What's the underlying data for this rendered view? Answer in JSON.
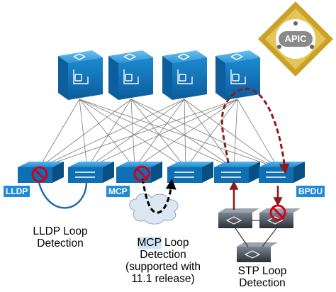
{
  "badges": {
    "apic": "APIC"
  },
  "tags": {
    "lldp": "LLDP",
    "mcp": "MCP",
    "bpdu": "BPDU"
  },
  "captions": {
    "lldp_line1": "LLDP Loop",
    "lldp_line2": "Detection",
    "mcp_line1_highlight": "MCP",
    "mcp_line1_rest": " Loop",
    "mcp_line2": "Detection",
    "mcp_line3": "(supported with",
    "mcp_line4": "11.1 release)",
    "stp_line1": "STP Loop",
    "stp_line2": "Detection"
  },
  "colors": {
    "switch_blue": "#1a8fd2",
    "loop_red": "#8b1c1c",
    "blocked_red": "#d0021b",
    "apic_gold": "#c9a227"
  },
  "icons": [
    "spine-switch-icon",
    "leaf-switch-icon",
    "blocked-port-icon",
    "cloud-icon",
    "apic-badge-icon"
  ]
}
